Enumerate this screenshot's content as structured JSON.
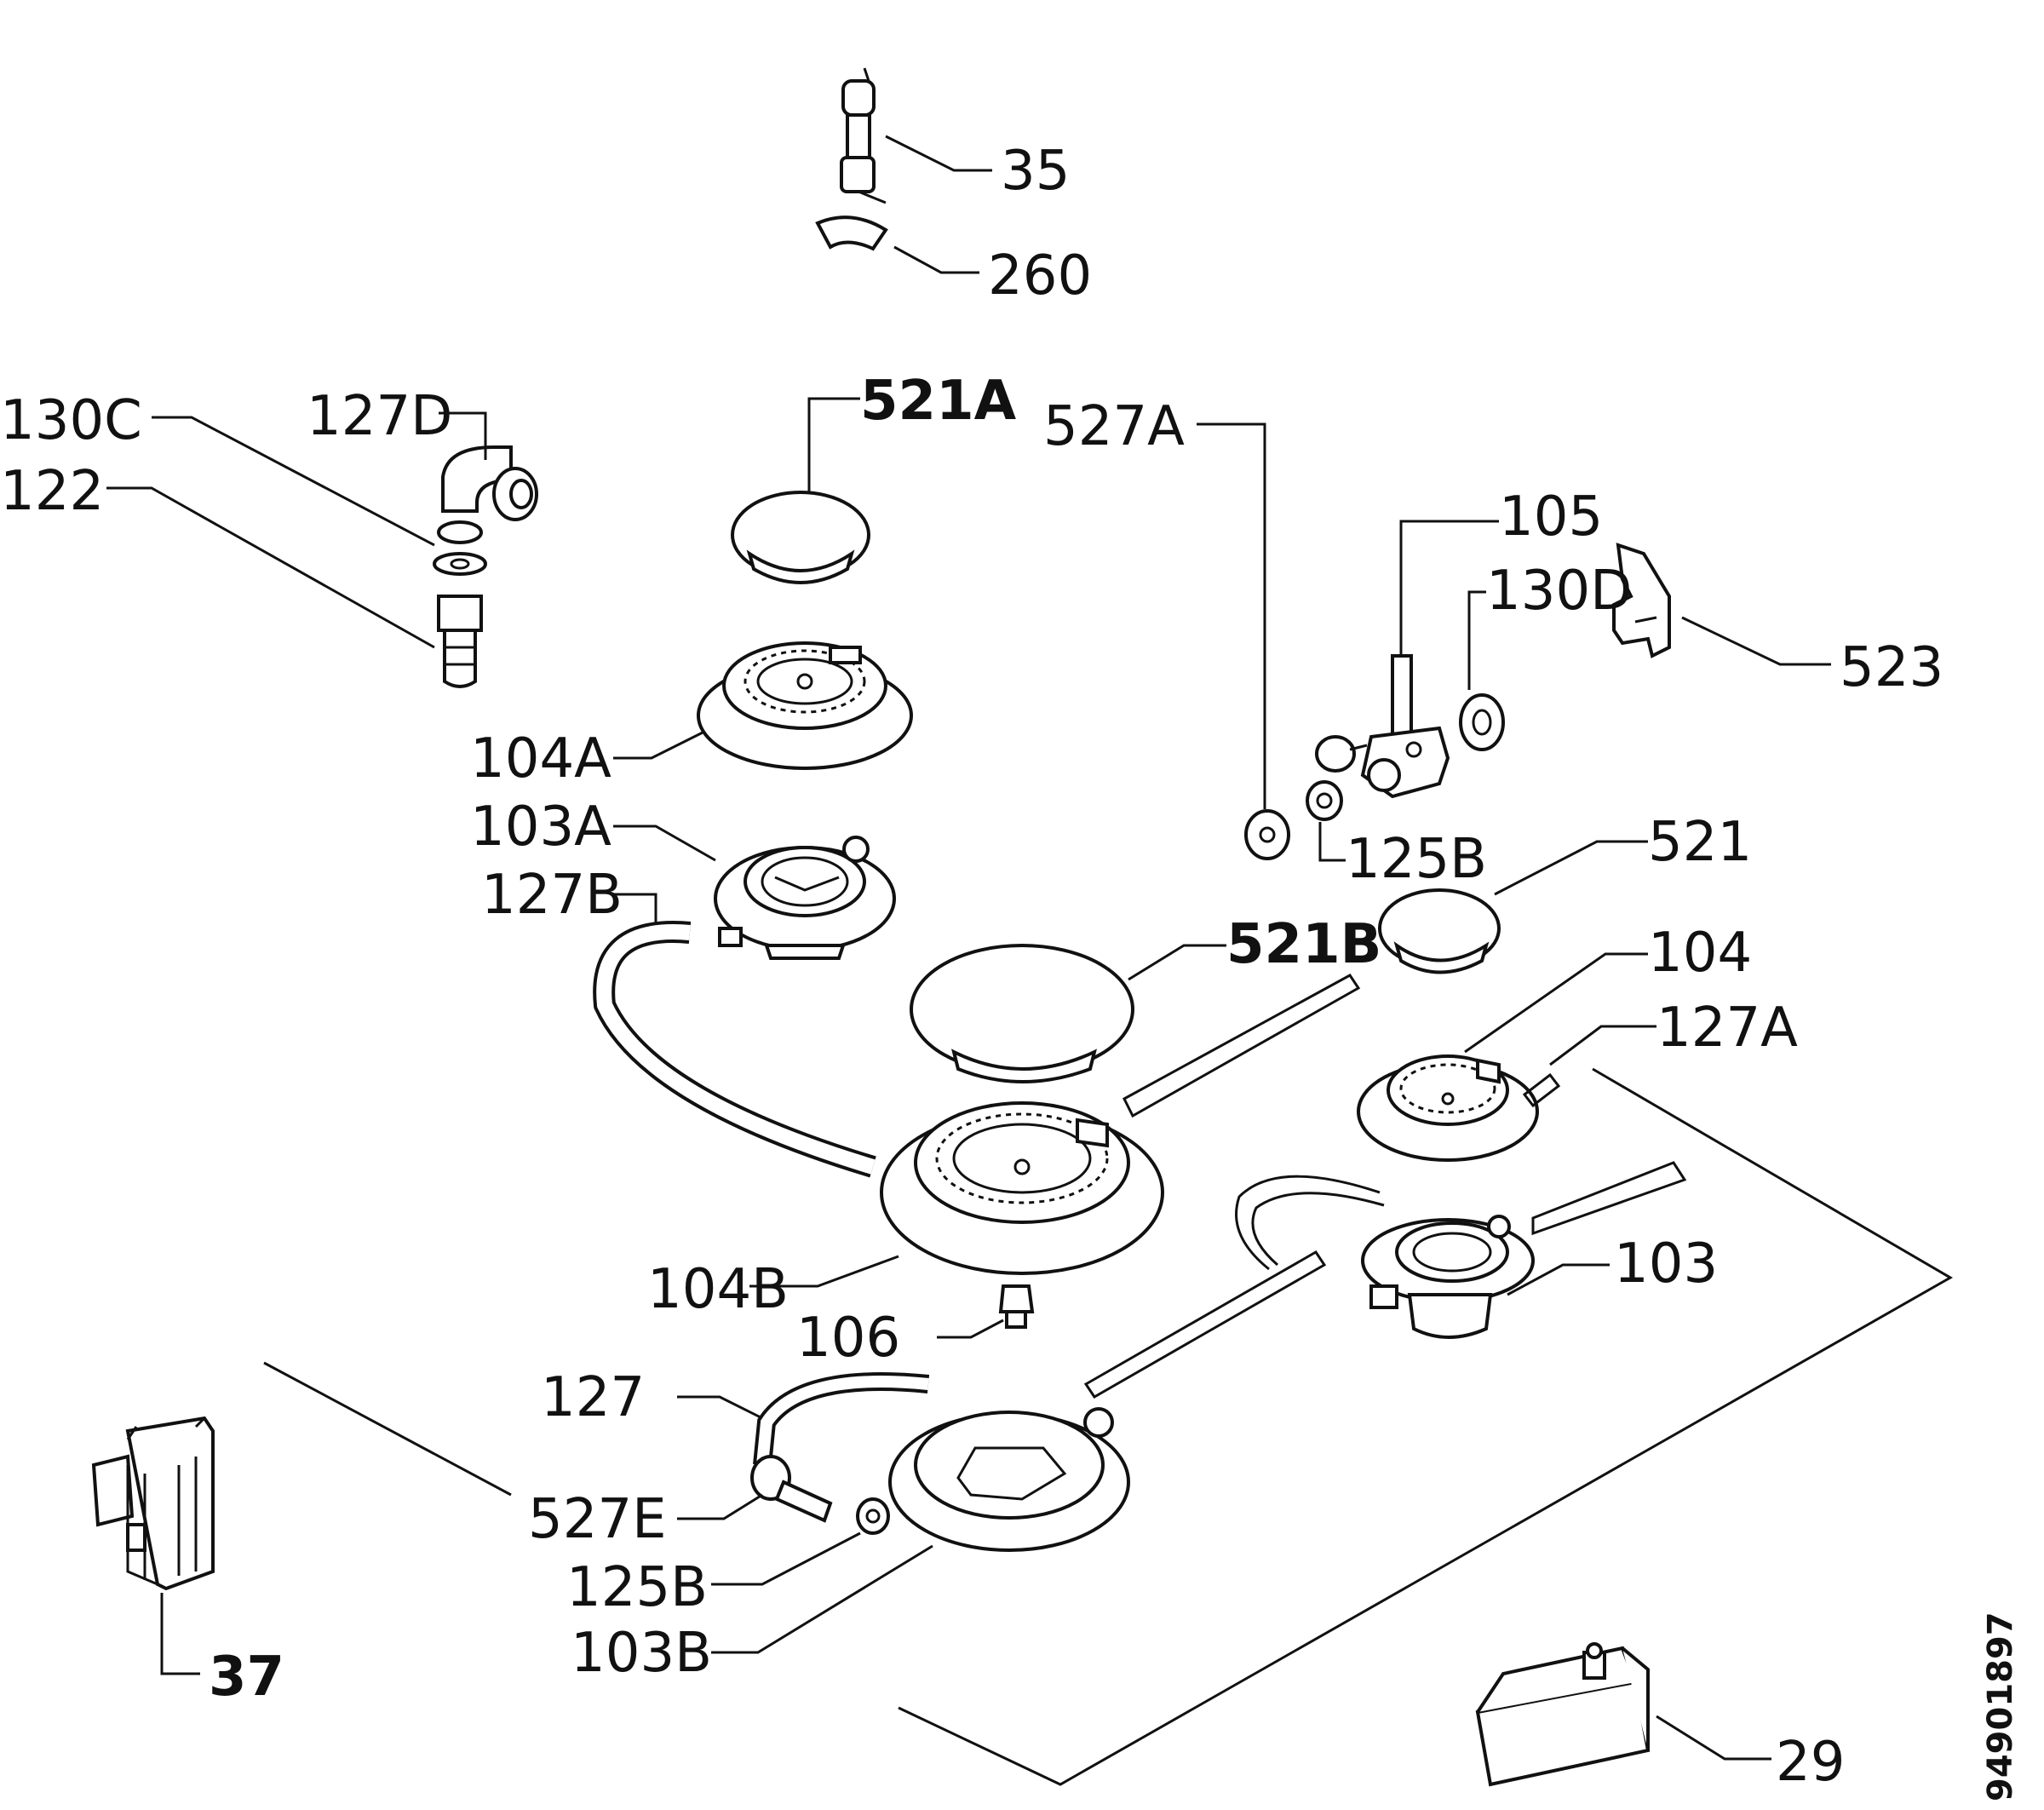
{
  "labels": {
    "l35": "35",
    "l260": "260",
    "l130C": "130C",
    "l127D": "127D",
    "l122": "122",
    "l521A": "521A",
    "l527A": "527A",
    "l105": "105",
    "l130D": "130D",
    "l523": "523",
    "l104A": "104A",
    "l103A": "103A",
    "l125B_top": "125B",
    "l521": "521",
    "l127B": "127B",
    "l521B": "521B",
    "l104": "104",
    "l127A": "127A",
    "l103": "103",
    "l104B": "104B",
    "l106": "106",
    "l127": "127",
    "l527E": "527E",
    "l125B_bottom": "125B",
    "l103B": "103B",
    "l37": "37",
    "l29": "29"
  },
  "drawing_code": "94901897"
}
